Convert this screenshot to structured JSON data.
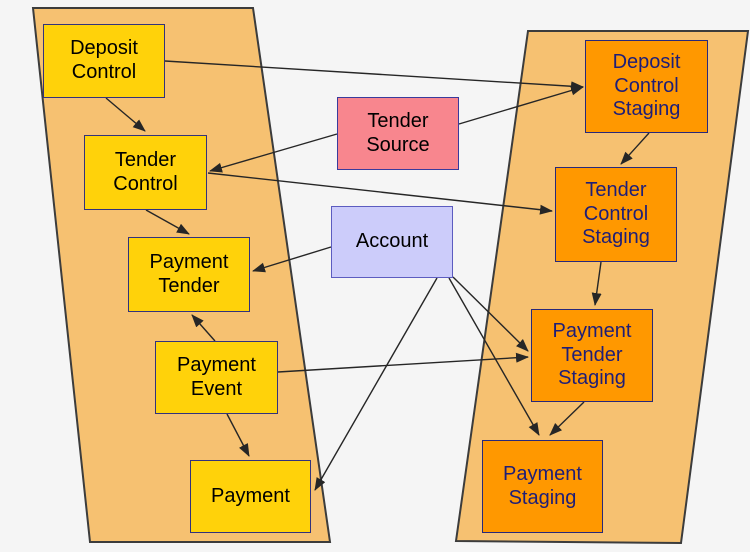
{
  "diagram": {
    "background": "#f5f5f5",
    "edge_color": "#262626",
    "funnels": {
      "fill": "#f6c171",
      "border": "#3c3c3c",
      "items": [
        {
          "id": "source-funnel",
          "side": "left"
        },
        {
          "id": "staging-funnel",
          "side": "right"
        }
      ]
    },
    "node_styles": {
      "live": {
        "fill": "#ffd20a",
        "border": "#32327c",
        "text": "#000000"
      },
      "source": {
        "fill": "#f8868e",
        "border": "#3a3a9c",
        "text": "#000000"
      },
      "account": {
        "fill": "#ccccfa",
        "border": "#5c5cc0",
        "text": "#000000"
      },
      "staging": {
        "fill": "#ff9800",
        "border": "#28287a",
        "text": "#1e1e78"
      }
    },
    "nodes": [
      {
        "id": "deposit-control",
        "label": "Deposit Control",
        "style": "live"
      },
      {
        "id": "tender-control",
        "label": "Tender Control",
        "style": "live"
      },
      {
        "id": "payment-tender",
        "label": "Payment Tender",
        "style": "live"
      },
      {
        "id": "payment-event",
        "label": "Payment Event",
        "style": "live"
      },
      {
        "id": "payment",
        "label": "Payment",
        "style": "live"
      },
      {
        "id": "tender-source",
        "label": "Tender Source",
        "style": "source"
      },
      {
        "id": "account",
        "label": "Account",
        "style": "account"
      },
      {
        "id": "deposit-control-staging",
        "label": "Deposit Control Staging",
        "style": "staging"
      },
      {
        "id": "tender-control-staging",
        "label": "Tender Control Staging",
        "style": "staging"
      },
      {
        "id": "payment-tender-staging",
        "label": "Payment Tender Staging",
        "style": "staging"
      },
      {
        "id": "payment-staging",
        "label": "Payment Staging",
        "style": "staging"
      }
    ],
    "edges": [
      {
        "from": "deposit-control",
        "to": "tender-control"
      },
      {
        "from": "deposit-control",
        "to": "deposit-control-staging"
      },
      {
        "from": "tender-source",
        "to": "tender-control"
      },
      {
        "from": "tender-source",
        "to": "deposit-control-staging"
      },
      {
        "from": "tender-control",
        "to": "payment-tender"
      },
      {
        "from": "tender-control",
        "to": "tender-control-staging"
      },
      {
        "from": "deposit-control-staging",
        "to": "tender-control-staging"
      },
      {
        "from": "tender-control-staging",
        "to": "payment-tender-staging"
      },
      {
        "from": "account",
        "to": "payment-tender"
      },
      {
        "from": "account",
        "to": "payment-tender-staging"
      },
      {
        "from": "account",
        "to": "payment-staging"
      },
      {
        "from": "account",
        "to": "payment"
      },
      {
        "from": "payment-event",
        "to": "payment-tender"
      },
      {
        "from": "payment-event",
        "to": "payment"
      },
      {
        "from": "payment-event",
        "to": "payment-tender-staging"
      },
      {
        "from": "payment-tender-staging",
        "to": "payment-staging"
      }
    ]
  }
}
